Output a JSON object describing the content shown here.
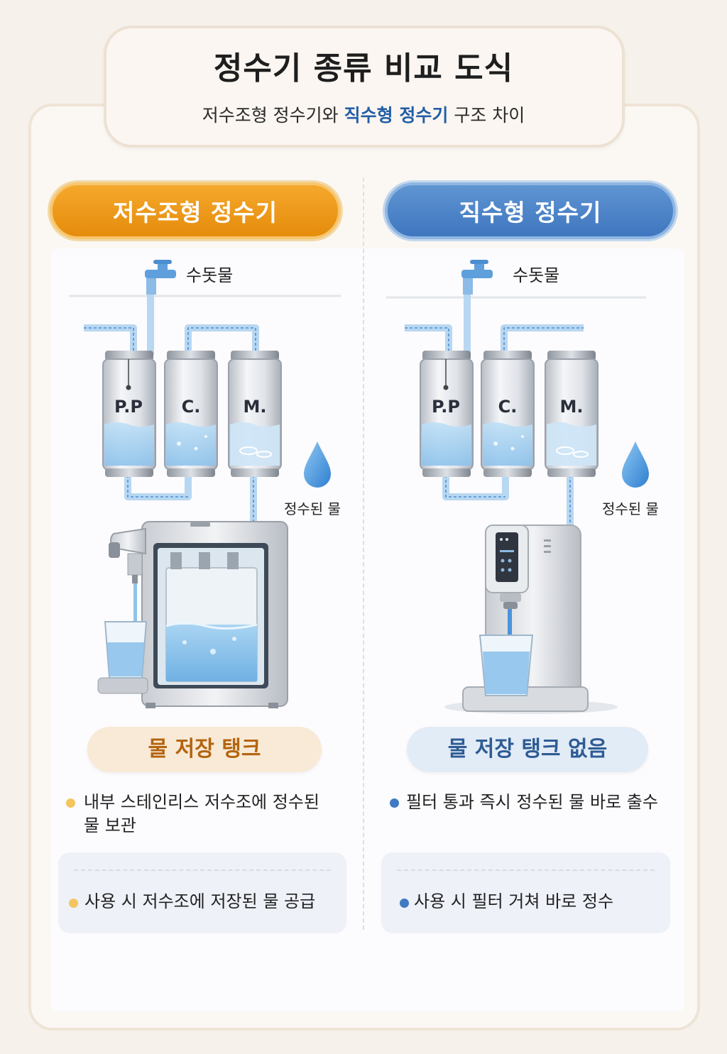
{
  "header": {
    "title": "정수기 종류 비교 도식",
    "subtitle_part1": "저수조형 정수기와 ",
    "subtitle_highlight": "직수형 정수기",
    "subtitle_part2": " 구조 차이"
  },
  "colors": {
    "orange_accent": "#e8920f",
    "blue_accent": "#4379c0",
    "water": "#a9d0f1"
  },
  "left": {
    "heading": "저수조형 정수기",
    "tap_label": "수돗물",
    "filters": [
      "P.P",
      "C.",
      "M."
    ],
    "drop_label": "정수된 물",
    "tank_label": "물 저장 탱크",
    "bullet1_line1": "내부 스테인리스 저수조에 정수된",
    "bullet1_line2": "물 보관",
    "bullet2": "사용 시 저수조에 저장된 물 공급"
  },
  "right": {
    "heading": "직수형 정수기",
    "tap_label": "수돗물",
    "filters": [
      "P.P",
      "C.",
      "M."
    ],
    "drop_label": "정수된 물",
    "tank_label": "물 저장 탱크 없음",
    "bullet1": "필터 통과 즉시 정수된 물 바로 출수",
    "bullet2": "사용 시 필터 거쳐 바로 정수"
  },
  "icons": [
    "faucet-icon",
    "water-drop-icon",
    "filter-icon",
    "water-purifier-icon",
    "glass-icon"
  ]
}
